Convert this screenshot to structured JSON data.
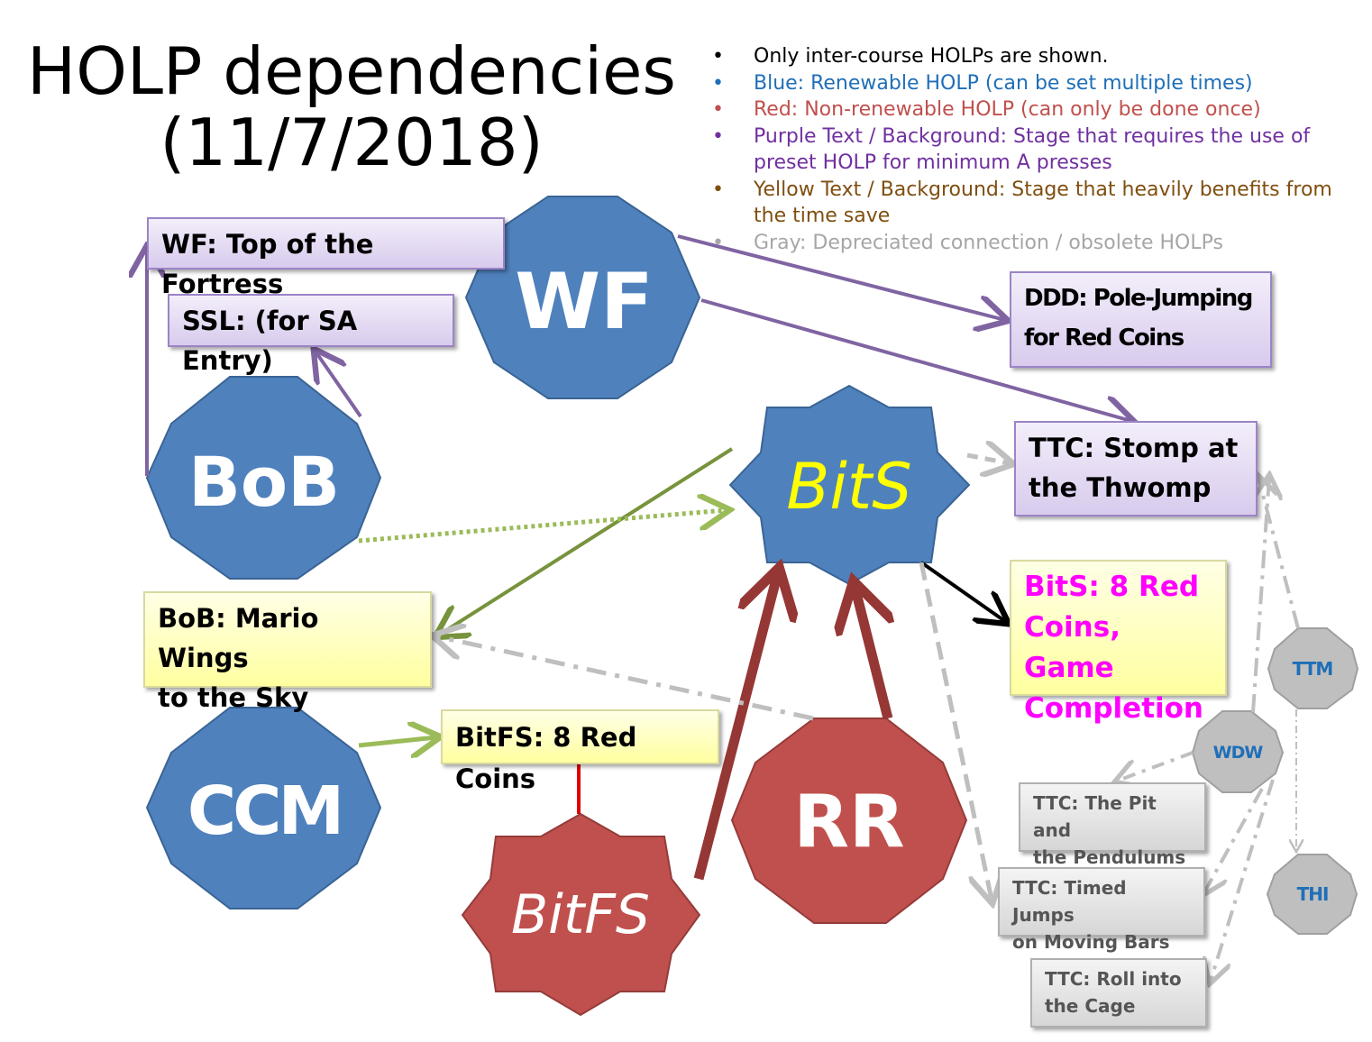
{
  "title": {
    "line1": "HOLP dependencies",
    "line2": "(11/7/2018)"
  },
  "legend": [
    {
      "text": "Only inter-course HOLPs are shown.",
      "color": "#000000"
    },
    {
      "text": "Blue: Renewable HOLP (can be set multiple times)",
      "color": "#1f6fb8"
    },
    {
      "text": "Red: Non-renewable HOLP (can only be done once)",
      "color": "#c0504d"
    },
    {
      "text": "Purple Text / Background: Stage that requires the use of preset HOLP for minimum A presses",
      "color": "#7030a0"
    },
    {
      "text": "Yellow Text / Background: Stage that heavily benefits from the time save",
      "color": "#7f4f10"
    },
    {
      "text": "Gray: Depreciated connection / obsolete HOLPs",
      "color": "#a6a6a6"
    }
  ],
  "bullet": "•",
  "colors": {
    "blue_node": "#4f81bd",
    "red_node": "#c0504d",
    "gray_node": "#bfbfbf",
    "purple_arrow": "#8064a2",
    "green_arrow": "#77933c",
    "light_green_arrow": "#9bbb59",
    "red_arrow": "#953735",
    "gray_arrow": "#bfbfbf",
    "magenta_text": "#ff00ff",
    "bits_text": "#ffff00"
  },
  "nodes": {
    "wf": "WF",
    "bob": "BoB",
    "ccm": "CCM",
    "bits": "BitS",
    "rr": "RR",
    "bitfs": "BitFS",
    "ttm": "TTM",
    "wdw": "WDW",
    "thi": "THI"
  },
  "boxes": {
    "wf_top": "WF: Top of the Fortress",
    "ssl": "SSL: (for SA Entry)",
    "ddd_line1": "DDD: Pole-Jumping",
    "ddd_line2": "for Red Coins",
    "ttc_stomp_line1": "TTC: Stomp at",
    "ttc_stomp_line2": "the Thwomp",
    "bits_red_line1": "BitS: 8 Red",
    "bits_red_line2": "Coins, Game",
    "bits_red_line3": "Completion",
    "bob_wings_line1": "BoB: Mario Wings",
    "bob_wings_line2": "to the Sky",
    "bitfs_red": "BitFS: 8 Red Coins",
    "ttc_pit_line1": "TTC: The Pit and",
    "ttc_pit_line2": "the Pendulums",
    "ttc_timed_line1": "TTC: Timed Jumps",
    "ttc_timed_line2": "on Moving Bars",
    "ttc_roll_line1": "TTC: Roll into",
    "ttc_roll_line2": "the Cage"
  }
}
